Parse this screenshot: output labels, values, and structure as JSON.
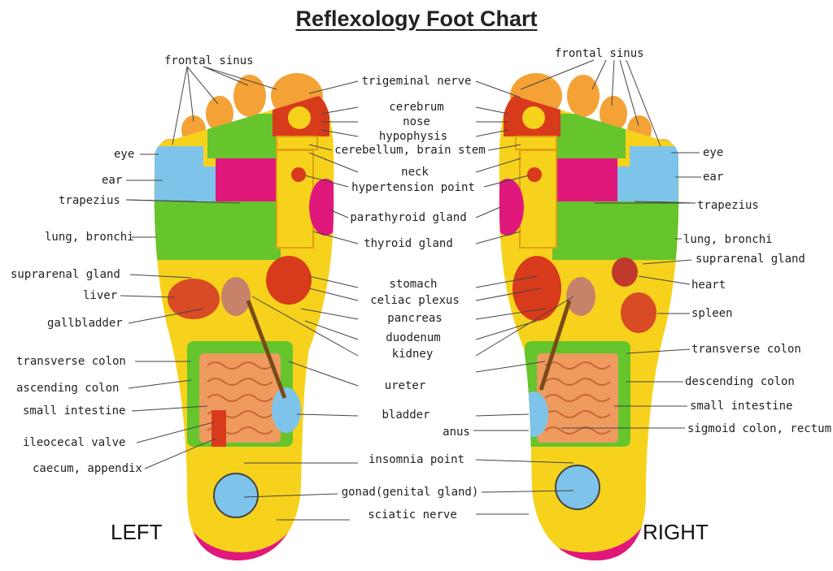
{
  "title": "Reflexology Foot Chart",
  "sides": {
    "left": "LEFT",
    "right": "RIGHT"
  },
  "colors": {
    "yellow": "#f6d21c",
    "green": "#66c42c",
    "magenta": "#e0187c",
    "blue": "#7ec4ea",
    "orange": "#f4a236",
    "red": "#d83a1c",
    "skin": "#f2b487",
    "intestine": "#ef9b5f"
  },
  "labels": {
    "left_outer": {
      "frontal_sinus": "frontal sinus",
      "eye": "eye",
      "ear": "ear",
      "trapezius": "trapezius",
      "lung_bronchi": "lung, bronchi",
      "suprarenal_gland": "suprarenal gland",
      "liver": "liver",
      "gallbladder": "gallbladder",
      "transverse_colon": "transverse colon",
      "ascending_colon": "ascending colon",
      "small_intestine": "small intestine",
      "ileocecal_valve": "ileocecal valve",
      "caecum_appendix": "caecum, appendix"
    },
    "center": {
      "trigeminal_nerve": "trigeminal nerve",
      "cerebrum": "cerebrum",
      "nose": "nose",
      "hypophysis": "hypophysis",
      "cerebellum_brain_stem": "cerebellum, brain stem",
      "neck": "neck",
      "hypertension_point": "hypertension point",
      "parathyroid_gland": "parathyroid gland",
      "thyroid_gland": "thyroid gland",
      "stomach": "stomach",
      "celiac_plexus": "celiac plexus",
      "pancreas": "pancreas",
      "duodenum": "duodenum",
      "kidney": "kidney",
      "ureter": "ureter",
      "bladder": "bladder",
      "anus": "anus",
      "insomnia_point": "insomnia point",
      "gonad": "gonad(genital gland)",
      "sciatic_nerve": "sciatic nerve"
    },
    "right_outer": {
      "frontal_sinus": "frontal sinus",
      "eye": "eye",
      "ear": "ear",
      "trapezius": "trapezius",
      "lung_bronchi": "lung, bronchi",
      "suprarenal_gland": "suprarenal gland",
      "heart": "heart",
      "spleen": "spleen",
      "transverse_colon": "transverse colon",
      "descending_colon": "descending colon",
      "small_intestine": "small intestine",
      "sigmoid_colon_rectum": "sigmoid colon, rectum"
    }
  }
}
